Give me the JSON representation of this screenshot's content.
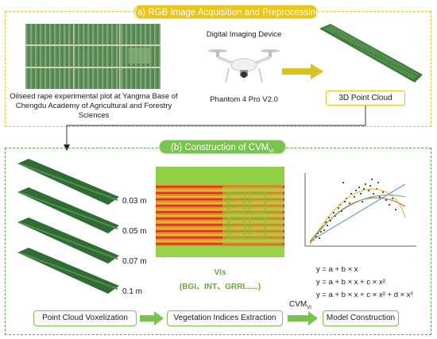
{
  "section_a": {
    "title": "(a) RGB Image Acquisition and Preprocessing",
    "plot_caption_line1": "Oilseed rape experimental plot at Yangma Base of",
    "plot_caption_line2": "Chengdu Academy of Agricultural and Forestry Sciences",
    "device_title": "Digital Imaging Device",
    "device_model": "Phantom 4 Pro V2.0",
    "point_cloud_label": "3D Point Cloud"
  },
  "section_b": {
    "title_prefix": "(b) Construction of CVM",
    "title_sub": "VI",
    "resolutions": [
      "0.03 m",
      "0.05 m",
      "0.07 m",
      "0.1 m"
    ],
    "vis_title": "VIs",
    "vis_list": "(BGI、INT、GRRI......)",
    "equations": [
      "y = a + b × x",
      "y = a + b × x + c × x²",
      "y = a + b × x + c × x² + d × x³"
    ],
    "cvm_label_prefix": "CVM",
    "cvm_label_sub": "VI",
    "steps": [
      "Point Cloud Voxelization",
      "Vegetation Indices Extraction",
      "Model  Construction"
    ]
  },
  "colors": {
    "yellow": "#eac51b",
    "green": "#79c44f",
    "vegetation": "#2f6b35"
  }
}
